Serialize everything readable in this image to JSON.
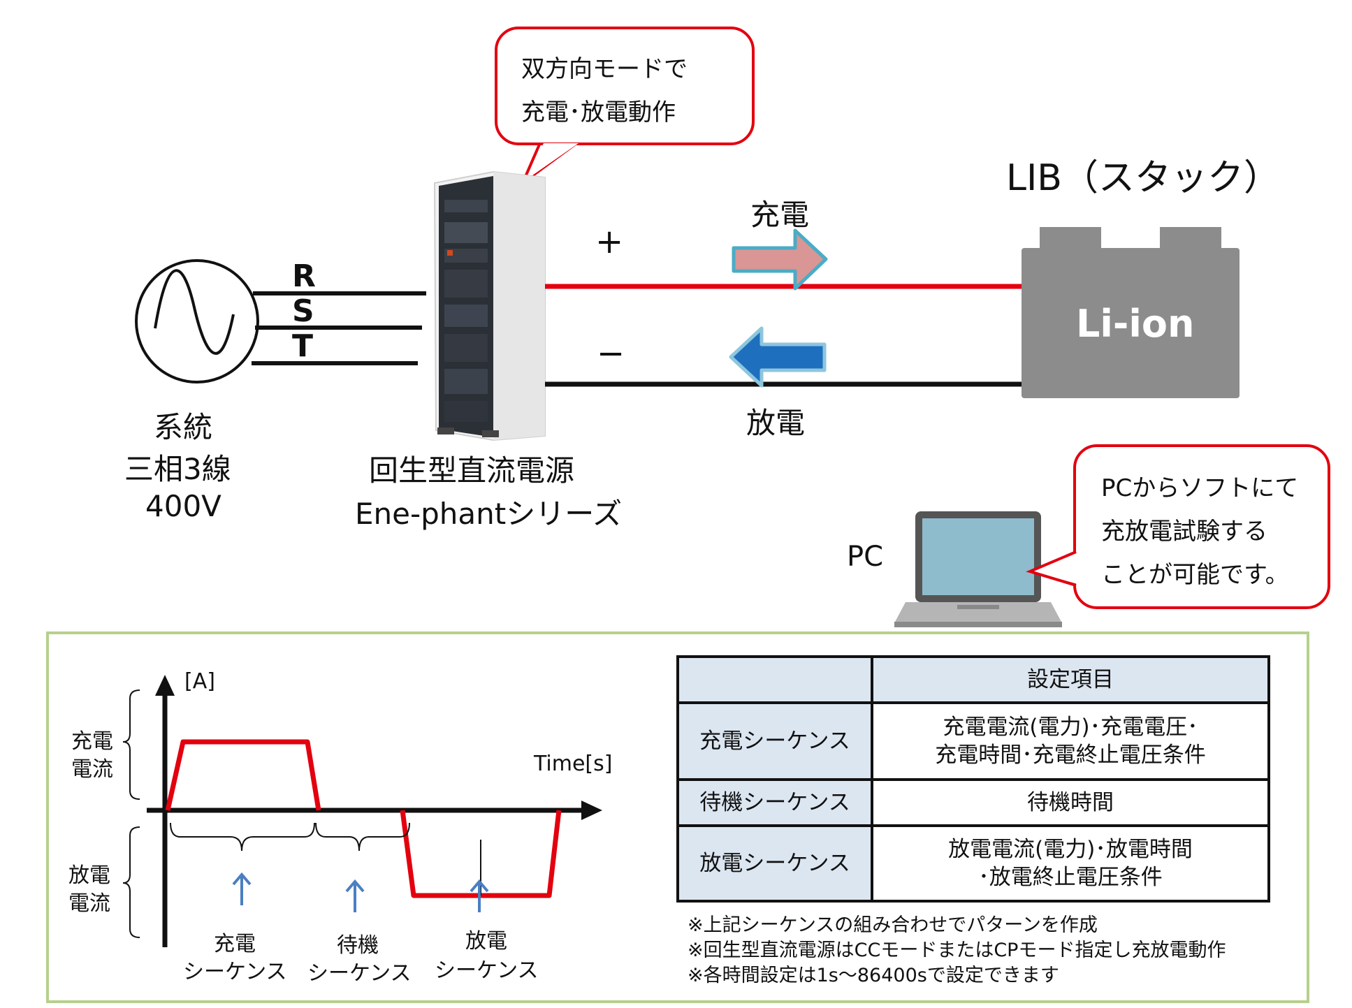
{
  "bubble_top": {
    "line1": "双方向モードで",
    "line2": "充電･放電動作"
  },
  "bubble_pc": {
    "line1": "PCからソフトにて",
    "line2": "充放電試験する",
    "line3": "ことが可能です。"
  },
  "grid": {
    "phases": [
      "R",
      "S",
      "T"
    ],
    "name": "系統",
    "spec": "三相3線",
    "voltage": "400V"
  },
  "power_supply": {
    "name": "回生型直流電源",
    "series": "Ene-phantシリーズ"
  },
  "polarity": {
    "plus": "+",
    "minus": "−"
  },
  "flow": {
    "charge": "充電",
    "discharge": "放電"
  },
  "battery": {
    "title": "LIB（スタック）",
    "label": "Li-ion"
  },
  "pc": {
    "label": "PC"
  },
  "waveform": {
    "y_unit": "[A]",
    "x_unit": "Time[s]",
    "charge_current": "充電\n電流",
    "discharge_current": "放電\n電流",
    "sequences": [
      {
        "line1": "充電",
        "line2": "シーケンス"
      },
      {
        "line1": "待機",
        "line2": "シーケンス"
      },
      {
        "line1": "放電",
        "line2": "シーケンス"
      }
    ]
  },
  "table": {
    "header": "設定項目",
    "rows": [
      {
        "name": "充電シーケンス",
        "line1": "充電電流(電力)･充電電圧･",
        "line2": "充電時間･充電終止電圧条件"
      },
      {
        "name": "待機シーケンス",
        "line1": "待機時間",
        "line2": ""
      },
      {
        "name": "放電シーケンス",
        "line1": "放電電流(電力)･放電時間",
        "line2": "･放電終止電圧条件"
      }
    ]
  },
  "notes": [
    "※上記シーケンスの組み合わせでパターンを作成",
    "※回生型直流電源はCCモードまたはCPモード指定し充放電動作",
    "※各時間設定は1s～86400sで設定できます"
  ],
  "colors": {
    "red": "#e3000f",
    "battery": "#8c8c8c",
    "charge_arrow": "#d99694",
    "discharge_arrow": "#1f6fbf",
    "screen": "#8fbccc",
    "panel_border": "#b6d08c",
    "table_head": "#dce6f1"
  }
}
